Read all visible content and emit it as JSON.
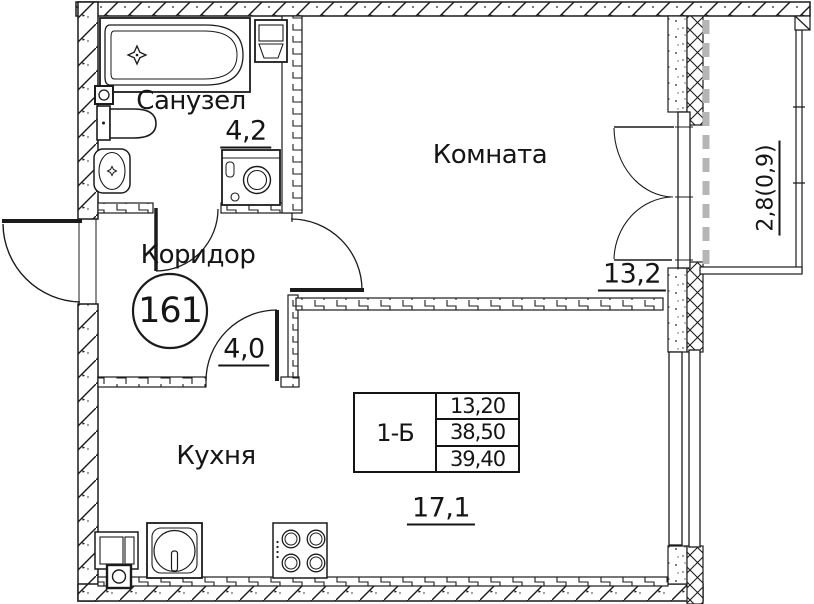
{
  "drawing_type": "apartment floor plan",
  "colors": {
    "ink": "#1b1b1b",
    "balcony_dash_gray": "#b5b5b5",
    "paper": "#ffffff"
  },
  "apartment": {
    "number": "161",
    "type_label": "1-Б",
    "living_area": "13,20",
    "floor_area": "38,50",
    "total_area": "39,40"
  },
  "rooms": {
    "bathroom": {
      "label": "Санузел",
      "area": "4,2"
    },
    "corridor": {
      "label": "Коридор",
      "area": "4,0"
    },
    "living_room": {
      "label": "Комната",
      "area": "13,2"
    },
    "kitchen": {
      "label": "Кухня",
      "area": "17,1"
    },
    "balcony": {
      "area": "2,8(0,9)"
    }
  }
}
